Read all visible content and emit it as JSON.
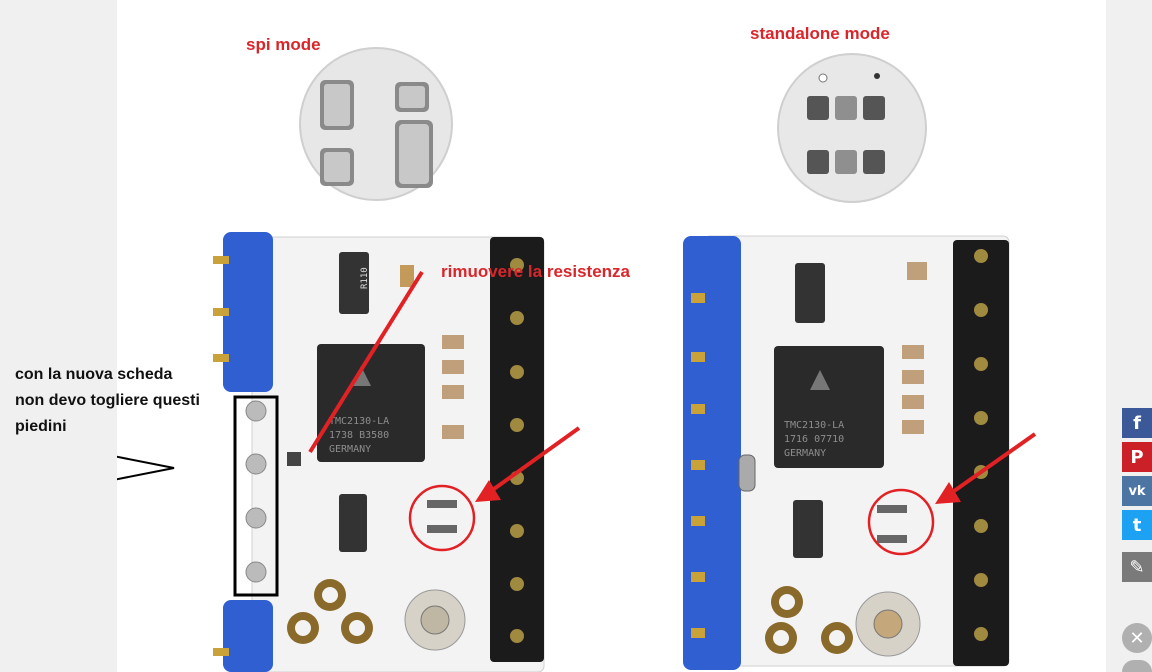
{
  "labels": {
    "spi_mode": "spi mode",
    "standalone_mode": "standalone mode",
    "remove_resistor": "rimuovere la resistenza"
  },
  "note": {
    "lines": [
      "con la nuova scheda",
      "non devo togliere questi",
      "piedini"
    ]
  },
  "share": {
    "facebook": "f",
    "pinterest": "P",
    "vk": "vk",
    "twitter": "t",
    "edit": "✎",
    "close": "✕",
    "colors": {
      "facebook": "#3b5998",
      "pinterest": "#cb2027",
      "vk": "#4c75a3",
      "twitter": "#1da1f2",
      "edit": "#7a7a7a",
      "close": "#b0b0b0"
    }
  },
  "chips": {
    "left": [
      "TMC2130-LA",
      "1738 B3580",
      "GERMANY"
    ],
    "right": [
      "TMC2130-LA",
      "1716 07710",
      "GERMANY"
    ],
    "resistor": "R110"
  },
  "colors": {
    "annotation_red": "#e22124",
    "pin_blue": "#2f5fd0"
  }
}
